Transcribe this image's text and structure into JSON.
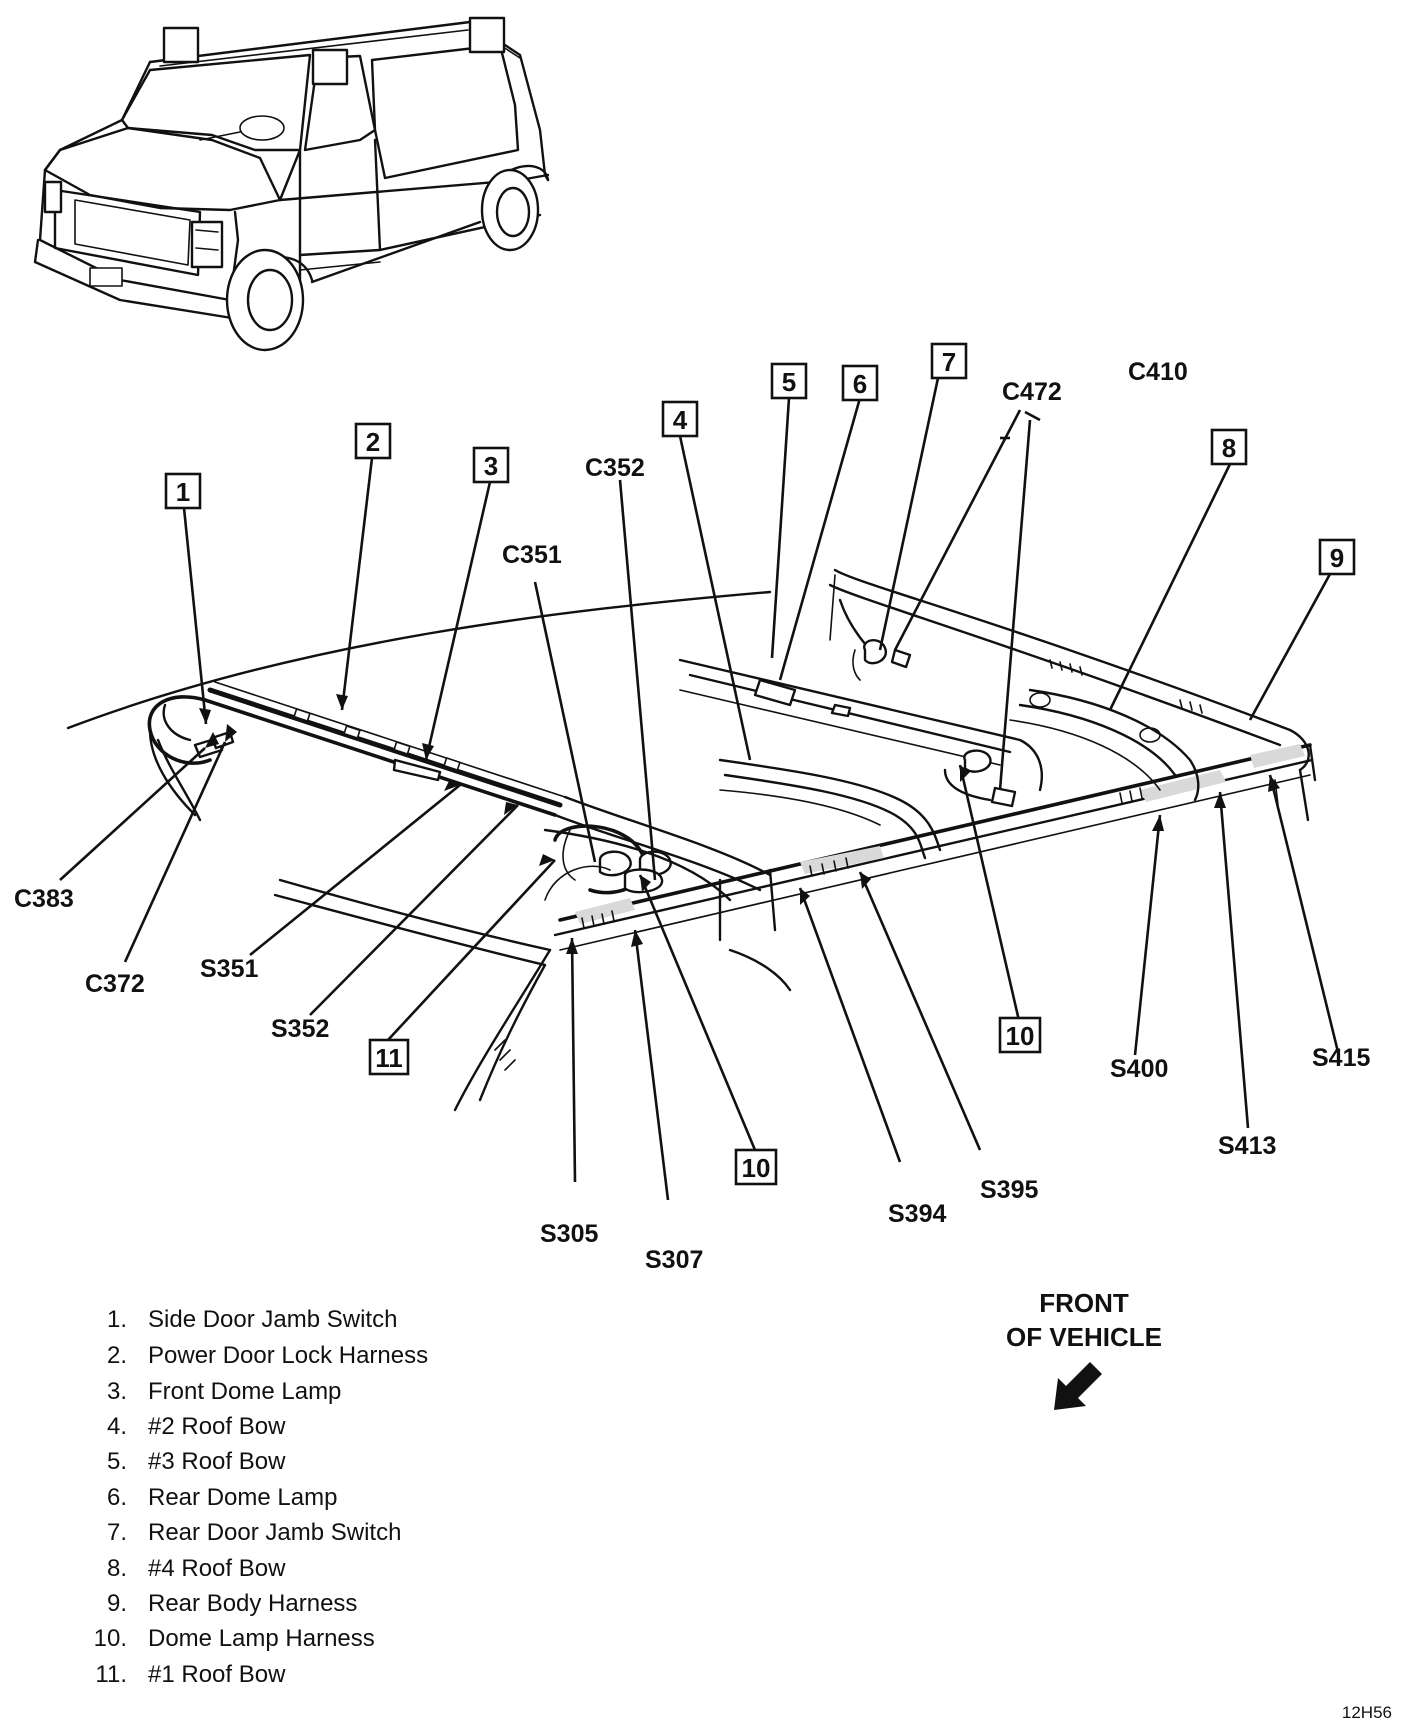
{
  "callouts": [
    "1",
    "2",
    "3",
    "4",
    "5",
    "6",
    "7",
    "8",
    "9",
    "10",
    "11"
  ],
  "connectors": [
    "C383",
    "C372",
    "C351",
    "C352",
    "C472",
    "C410"
  ],
  "splices": [
    "S351",
    "S352",
    "S305",
    "S307",
    "S394",
    "S395",
    "S400",
    "S413",
    "S415"
  ],
  "front_label": [
    "FRONT",
    "OF VEHICLE"
  ],
  "legend": [
    {
      "num": "1.",
      "text": "Side Door Jamb Switch"
    },
    {
      "num": "2.",
      "text": "Power Door Lock Harness"
    },
    {
      "num": "3.",
      "text": "Front Dome Lamp"
    },
    {
      "num": "4.",
      "text": "#2 Roof Bow"
    },
    {
      "num": "5.",
      "text": "#3 Roof Bow"
    },
    {
      "num": "6.",
      "text": "Rear Dome Lamp"
    },
    {
      "num": "7.",
      "text": "Rear Door Jamb Switch"
    },
    {
      "num": "8.",
      "text": "#4 Roof Bow"
    },
    {
      "num": "9.",
      "text": "Rear Body Harness"
    },
    {
      "num": "10.",
      "text": "Dome Lamp Harness"
    },
    {
      "num": "11.",
      "text": "#1 Roof Bow"
    }
  ],
  "figure_code": "12H56"
}
